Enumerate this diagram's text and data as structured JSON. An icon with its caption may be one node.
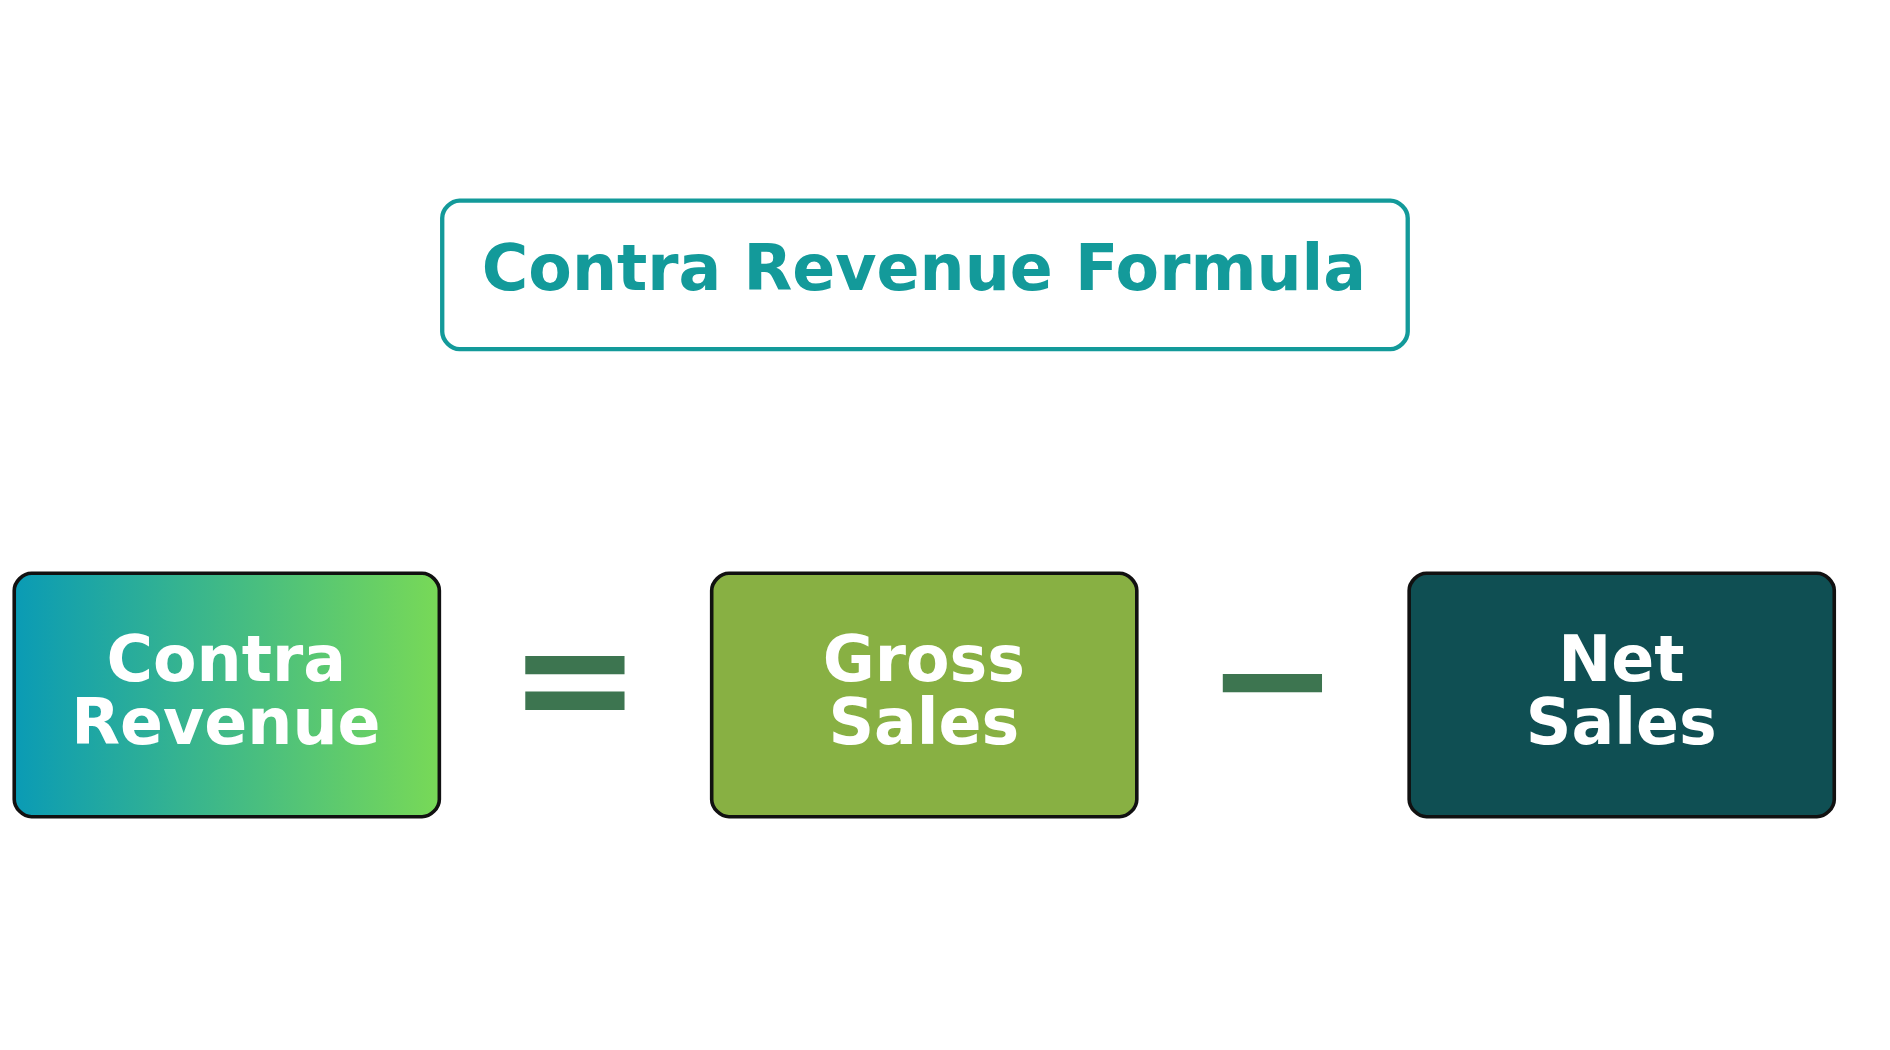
{
  "diagram": {
    "title": "Contra Revenue Formula",
    "nodes": [
      {
        "text": [
          "Contra Revenue"
        ]
      },
      {
        "text": [
          "Gross Sales"
        ]
      },
      {
        "text": [
          "Net Sales"
        ]
      }
    ],
    "edges": [],
    "labels": [
      "=",
      "−"
    ]
  }
}
